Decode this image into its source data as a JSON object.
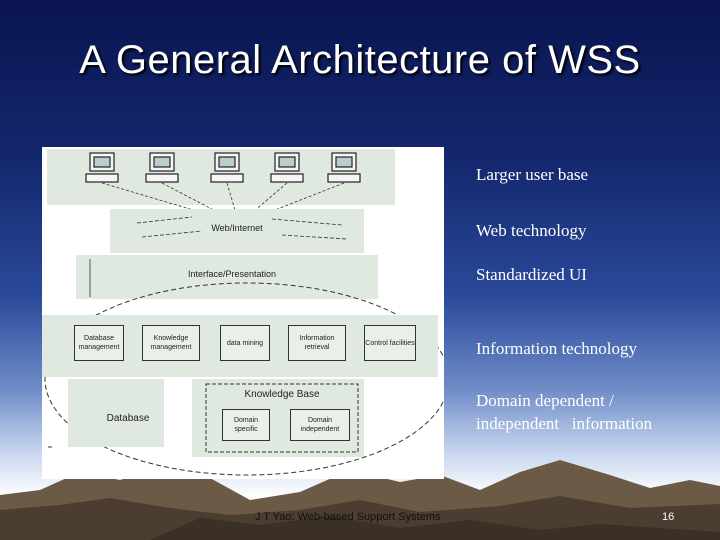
{
  "slide": {
    "title": "A General Architecture of WSS",
    "footer": "J T Yao: Web-based Support Systems",
    "page_number": "16"
  },
  "diagram": {
    "web_label": "Web/Internet",
    "interface_label": "Interface/Presentation",
    "tools": [
      "Database management",
      "Knowledge management",
      "data mining",
      "Information retrieval",
      "Control facilities"
    ],
    "database_label": "Database",
    "kb_label": "Knowledge Base",
    "kb_parts": [
      "Domain specific",
      "Domain independent"
    ]
  },
  "annotations": [
    "Larger user base",
    "Web technology",
    "Standardized UI",
    "Information technology",
    "Domain dependent /",
    "independent   information"
  ]
}
